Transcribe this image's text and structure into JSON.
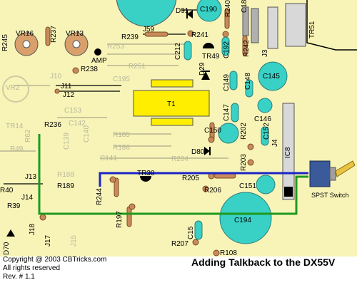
{
  "labels": {
    "VR16": "VR16",
    "R237": "R237",
    "VR13": "VR13",
    "R245": "R245",
    "VR2": "VR2",
    "J59": "J59",
    "R239": "R239",
    "R253": "R253",
    "R251": "R251",
    "AMP": "AMP",
    "R238": "R238",
    "C195": "C195",
    "J10": "J10",
    "J11": "J11",
    "J12": "J12",
    "T1": "T1",
    "D91": "D91",
    "C190": "C190",
    "R240": "R240",
    "C18": "C18",
    "R241": "R241",
    "C212": "C212",
    "TR49": "TR49",
    "C192": "C192",
    "R242": "R242",
    "J3": "J3",
    "TR51": "TR51",
    "D29": "D29",
    "C149": "C149",
    "C148": "C148",
    "C145": "C145",
    "C147": "C147",
    "C146": "C146",
    "TR14": "TR14",
    "R236": "R236",
    "C153": "C153",
    "C142": "C142",
    "C139": "C139",
    "C140": "C140",
    "R185": "R185",
    "R186": "R186",
    "C141": "C141",
    "R49": "R49",
    "R62": "R62",
    "R204": "R204",
    "C150": "C150",
    "R202": "R202",
    "C152": "C152",
    "J4": "J4",
    "IC8": "IC8",
    "D80": "D80",
    "R203": "R203",
    "R188": "R188",
    "TR30": "TR30",
    "J13": "J13",
    "R189": "R189",
    "R205": "R205",
    "C151": "C151",
    "R244": "R244",
    "R40": "R40",
    "J14": "J14",
    "R206": "R206",
    "R39": "R39",
    "C194": "C194",
    "R197": "R197",
    "C15": "C15",
    "J18": "J18",
    "J17": "J17",
    "J15": "J15",
    "R207": "R207",
    "R108": "R108",
    "D70": "D70",
    "SPST": "SPST Switch"
  },
  "footer": {
    "copyright": "Copyright @ 2003 CBTricks.com",
    "rights": "All rights reserved",
    "rev": "Rev. # 1.1",
    "title": "Adding Talkback to the DX55V"
  },
  "colors": {
    "board": "#f8f4b8",
    "wire_green": "#1e9a1e",
    "wire_blue": "#1a24c8",
    "transformer": "#ffee00",
    "capacitor": "#39d0c6",
    "resistor": "#c88a5a"
  }
}
